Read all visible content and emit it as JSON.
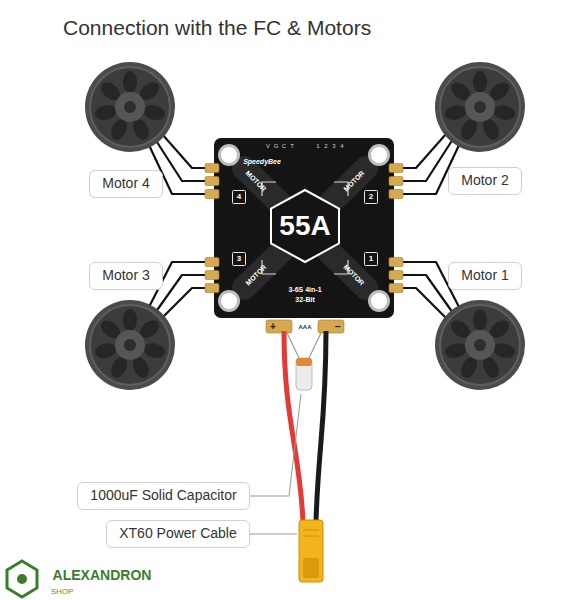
{
  "diagram": {
    "title": "Connection with the FC & Motors",
    "nodes": [
      {
        "text": [
          "Motor 4"
        ]
      },
      {
        "text": [
          "Motor 2"
        ]
      },
      {
        "text": [
          "55A"
        ]
      },
      {
        "text": [
          "Motor 3"
        ]
      },
      {
        "text": [
          "Motor 1"
        ]
      },
      {
        "text": [
          "1000uF Solid Capacitor"
        ]
      },
      {
        "text": [
          "XT60 Power Cable"
        ]
      }
    ],
    "labels": [
      "SpeedyBee",
      "MOTOR",
      "4",
      "MOTOR",
      "2",
      "MOTOR",
      "3",
      "MOTOR",
      "1",
      "3-6S 4in-1",
      "32-Bit",
      "V",
      "G",
      "C",
      "T",
      "1",
      "2",
      "3",
      "4",
      "+",
      "−",
      "AAA",
      "ALEXANDRON",
      "SHOP"
    ]
  }
}
